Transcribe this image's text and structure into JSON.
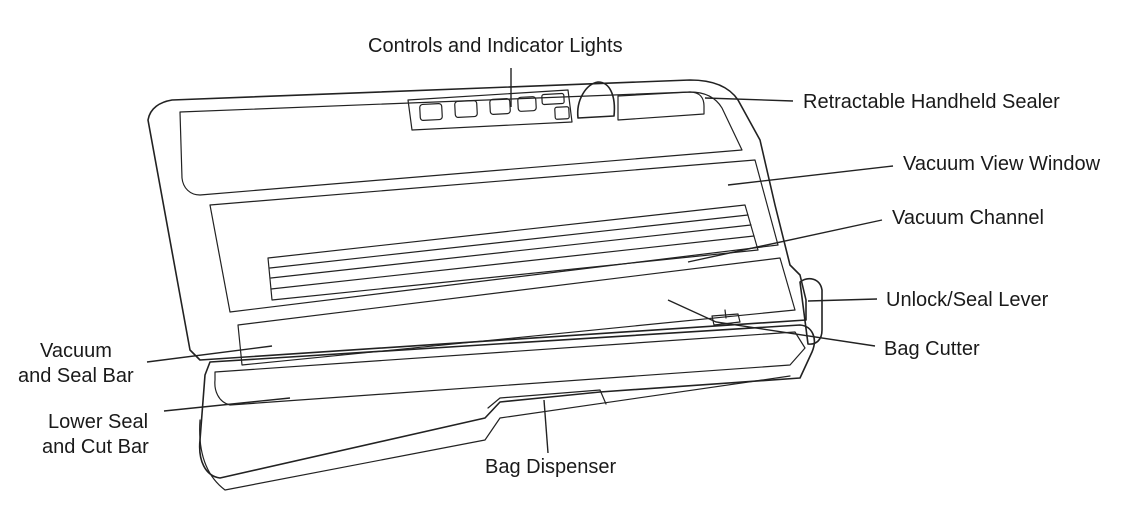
{
  "labels": {
    "controls": "Controls and Indicator Lights",
    "handheld_sealer": "Retractable Handheld Sealer",
    "view_window": "Vacuum View Window",
    "vacuum_channel": "Vacuum Channel",
    "unlock_lever": "Unlock/Seal Lever",
    "bag_cutter": "Bag Cutter",
    "vacuum_seal_bar_line1": "Vacuum",
    "vacuum_seal_bar_line2": "and Seal Bar",
    "lower_seal_line1": "Lower Seal",
    "lower_seal_line2": "and Cut Bar",
    "bag_dispenser": "Bag Dispenser"
  },
  "colors": {
    "ink": "#222222",
    "background": "#ffffff"
  }
}
